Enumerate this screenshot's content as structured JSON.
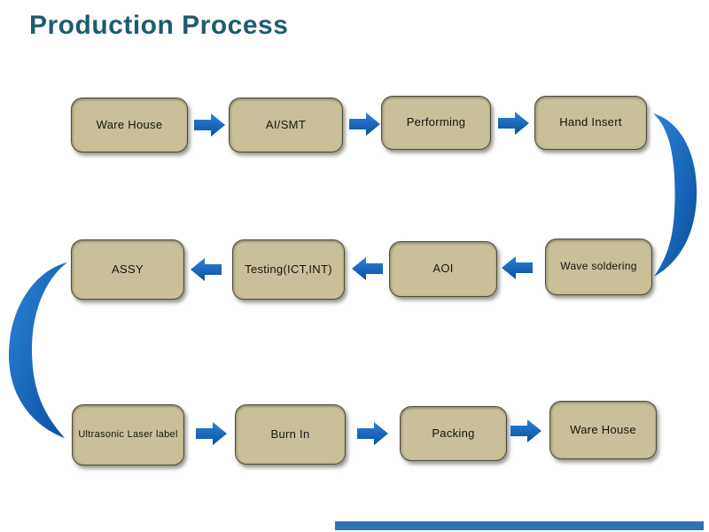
{
  "slide": {
    "title": "Production Process"
  },
  "diagram": {
    "rows": [
      {
        "direction": "right",
        "boxes": [
          "Ware House",
          "AI/SMT",
          "Performing",
          "Hand Insert"
        ]
      },
      {
        "direction": "left",
        "boxes": [
          "ASSY",
          "Testing(ICT,INT)",
          "AOI",
          "Wave soldering"
        ]
      },
      {
        "direction": "right",
        "boxes": [
          "Ultrasonic Laser label",
          "Burn In",
          "Packing",
          "Ware House"
        ]
      }
    ],
    "sequence": [
      "Ware House",
      "AI/SMT",
      "Performing",
      "Hand Insert",
      "Wave soldering",
      "AOI",
      "Testing(ICT,INT)",
      "ASSY",
      "Ultrasonic Laser label",
      "Burn In",
      "Packing",
      "Ware House"
    ],
    "icons": {
      "arrow_right": "solid block arrow pointing right",
      "arrow_left": "solid block arrow pointing left",
      "curve_right": "curved swoosh arrow from row 1 down to row 2",
      "curve_left": "curved swoosh arrow from row 2 down to row 3"
    },
    "colors": {
      "background": "#ffffff",
      "title_text": "#1d5c73",
      "box_fill": "#c9c099",
      "box_border": "#4e4d39",
      "box_text": "#15150c",
      "arrow_blue_light": "#2c82d8",
      "arrow_blue_dark": "#0a4fa0",
      "footer_bar": "#2e73b8"
    }
  }
}
